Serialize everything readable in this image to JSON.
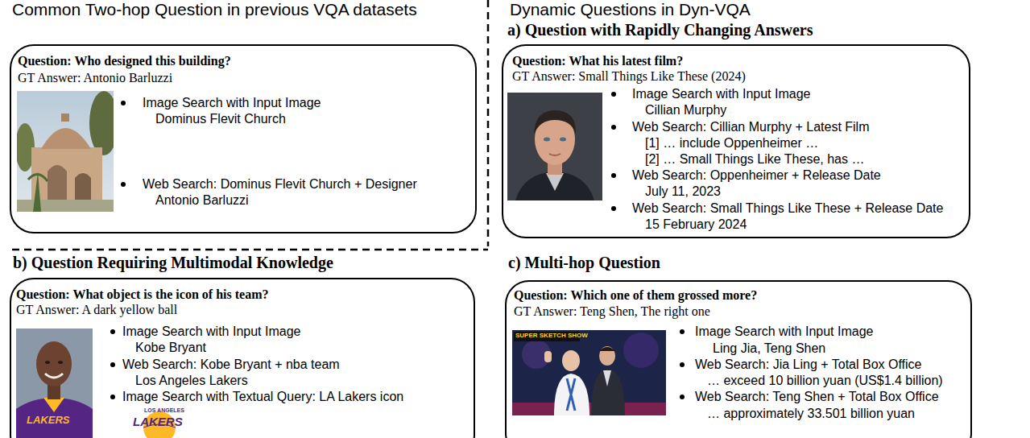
{
  "diagram": {
    "nodes": [
      {
        "text": [
          "Common Two-hop Question in previous VQA datasets",
          "Question: Who designed this building?",
          "GT Answer: Antonio Barluzzi",
          "Image Search with Input Image",
          "Dominus Flevit Church",
          "Web Search: Dominus Flevit Church + Designer",
          "Antonio Barluzzi"
        ]
      },
      {
        "text": [
          "a) Question with Rapidly Changing Answers",
          "Question: What his latest film?",
          "GT Answer: Small Things Like These (2024)",
          "Image Search with Input Image",
          "Cillian Murphy",
          "Web Search: Cillian Murphy + Latest Film",
          "[1] … include Oppenheimer …",
          "[2] … Small Things Like These, has …",
          "Web Search: Oppenheimer + Release Date",
          "July 11, 2023",
          "Web Search: Small Things Like These + Release Date",
          "15 February 2024"
        ]
      },
      {
        "text": [
          "b) Question Requiring Multimodal Knowledge",
          "Question: What object is the icon of his team?",
          "GT Answer: A dark yellow ball",
          "Image Search with Input Image",
          "Kobe Bryant",
          "Web Search: Kobe Bryant + nba team",
          "Los Angeles Lakers",
          "Image Search with Textual Query: LA Lakers icon"
        ]
      },
      {
        "text": [
          "c) Multi-hop Question",
          "Question: Which one of them grossed more?",
          "GT Answer: Teng Shen, The right one",
          "Image Search with Input Image",
          "Ling Jia, Teng Shen",
          "Web Search: Jia Ling + Total Box Office",
          "… exceed 10 billion yuan (US$1.4 billion)",
          "Web Search: Teng Shen + Total Box Office",
          "… approximately 33.501 billion yuan"
        ]
      }
    ],
    "labels": [
      "Dynamic Questions in Dyn-VQA",
      "LAKERS",
      "LOS ANGELES",
      "LAKERS",
      "SUPER SKETCH SHOW"
    ]
  }
}
